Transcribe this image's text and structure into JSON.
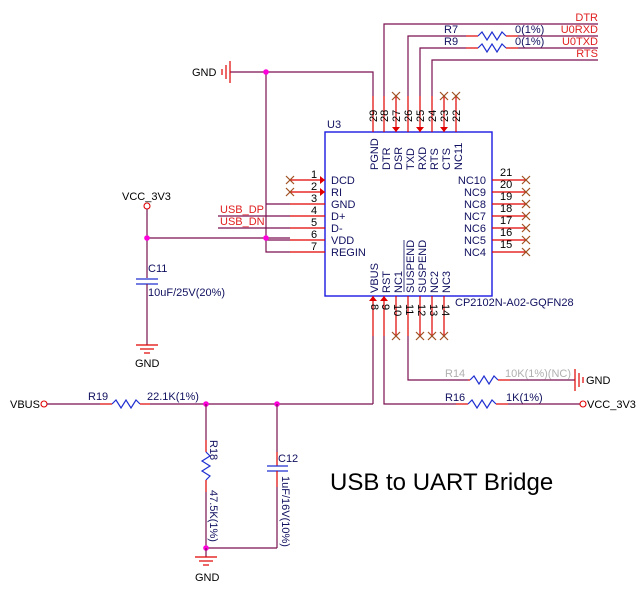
{
  "title": "USB to UART Bridge",
  "ic": {
    "ref": "U3",
    "part": "CP2102N-A02-GQFN28",
    "left_pins": [
      {
        "num": "1",
        "name": "DCD",
        "nc": true
      },
      {
        "num": "2",
        "name": "RI",
        "nc": true
      },
      {
        "num": "3",
        "name": "GND",
        "nc": false
      },
      {
        "num": "4",
        "name": "D+",
        "nc": false
      },
      {
        "num": "5",
        "name": "D-",
        "nc": false
      },
      {
        "num": "6",
        "name": "VDD",
        "nc": false
      },
      {
        "num": "7",
        "name": "REGIN",
        "nc": false
      }
    ],
    "top_pins": [
      {
        "num": "29",
        "name": "PGND"
      },
      {
        "num": "28",
        "name": "DTR"
      },
      {
        "num": "27",
        "name": "DSR"
      },
      {
        "num": "26",
        "name": "TXD"
      },
      {
        "num": "25",
        "name": "RXD"
      },
      {
        "num": "24",
        "name": "RTS"
      },
      {
        "num": "23",
        "name": "CTS"
      },
      {
        "num": "22",
        "name": "NC11"
      }
    ],
    "right_pins": [
      {
        "num": "21",
        "name": "NC10"
      },
      {
        "num": "20",
        "name": "NC9"
      },
      {
        "num": "19",
        "name": "NC8"
      },
      {
        "num": "18",
        "name": "NC7"
      },
      {
        "num": "17",
        "name": "NC6"
      },
      {
        "num": "16",
        "name": "NC5"
      },
      {
        "num": "15",
        "name": "NC4"
      }
    ],
    "bottom_pins": [
      {
        "num": "8",
        "name": "VBUS"
      },
      {
        "num": "9",
        "name": "RST"
      },
      {
        "num": "10",
        "name": "NC1"
      },
      {
        "num": "11",
        "name": "SUSPEND"
      },
      {
        "num": "12",
        "name": "SUSPEND"
      },
      {
        "num": "13",
        "name": "NC2"
      },
      {
        "num": "14",
        "name": "NC3"
      }
    ]
  },
  "nets": {
    "dtr": "DTR",
    "u0rxd": "U0RXD",
    "u0txd": "U0TXD",
    "rts": "RTS",
    "usb_dp": "USB_DP",
    "usb_dn": "USB_DN",
    "gnd": "GND",
    "vcc": "VCC_3V3",
    "vbus": "VBUS"
  },
  "components": {
    "r7": {
      "ref": "R7",
      "value": "0(1%)"
    },
    "r9": {
      "ref": "R9",
      "value": "0(1%)"
    },
    "r14": {
      "ref": "R14",
      "value": "10K(1%)(NC)"
    },
    "r16": {
      "ref": "R16",
      "value": "1K(1%)"
    },
    "r18": {
      "ref": "R18",
      "value": "47.5K(1%)"
    },
    "r19": {
      "ref": "R19",
      "value": "22.1K(1%)"
    },
    "c11": {
      "ref": "C11",
      "value": "10uF/25V(20%)"
    },
    "c12": {
      "ref": "C12",
      "value": "1uF/16V(10%)"
    }
  }
}
